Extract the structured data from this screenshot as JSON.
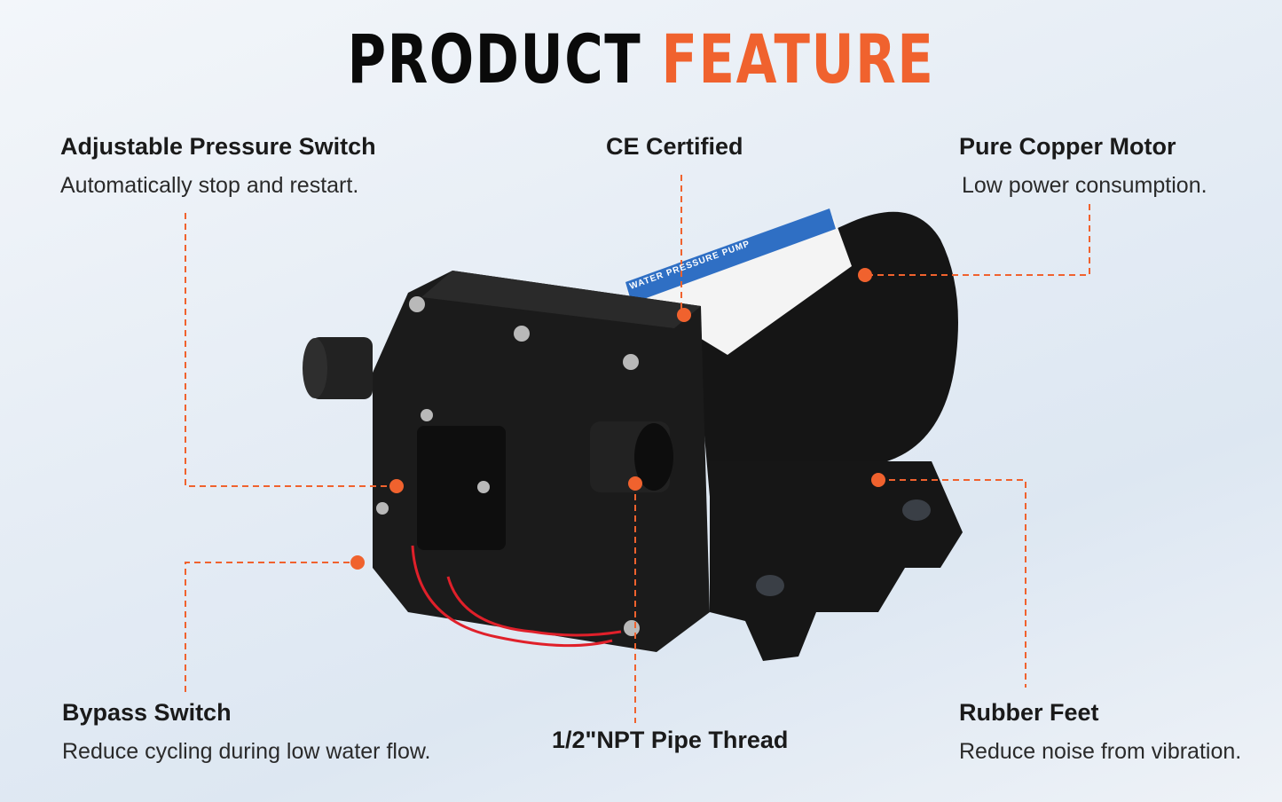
{
  "title": {
    "part1": "PRODUCT",
    "part2": "FEATURE"
  },
  "accent_color": "#f0622e",
  "features": [
    {
      "heading": "Adjustable Pressure Switch",
      "desc": "Automatically stop and restart."
    },
    {
      "heading": "CE Certified",
      "desc": ""
    },
    {
      "heading": "Pure Copper Motor",
      "desc": "Low power consumption."
    },
    {
      "heading": "Bypass Switch",
      "desc": "Reduce cycling during low water flow."
    },
    {
      "heading": "1/2\"NPT Pipe Thread",
      "desc": ""
    },
    {
      "heading": "Rubber Feet",
      "desc": "Reduce noise from vibration."
    }
  ],
  "product_image": {
    "label_text": "WATER PRESSURE PUMP"
  }
}
